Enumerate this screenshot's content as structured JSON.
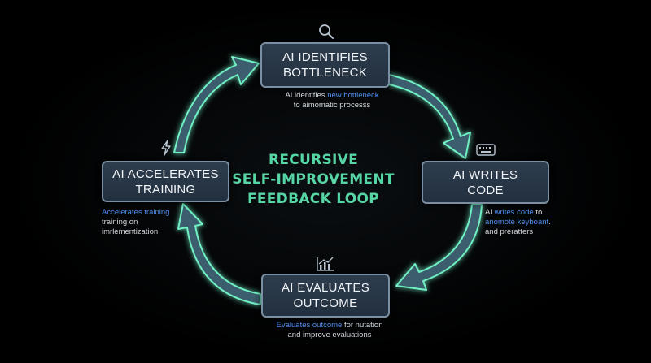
{
  "title": {
    "line1": "RECURSIVE",
    "line2": "SELF-IMPROVEMENT",
    "line3": "FEEDBACK LOOP",
    "color": "#56d6a4"
  },
  "nodes": {
    "top": {
      "line1": "AI IDENTIFIES",
      "line2": "BOTTLENECK",
      "icon": "magnifying-glass-icon",
      "desc": {
        "l1_pre": "AI identifies ",
        "l1_hl": "new bottleneck",
        "l1_post": "",
        "l2_pre": "to aimomatic processs",
        "l2_hl": "",
        "l2_post": ""
      }
    },
    "right": {
      "line1": "AI WRITES",
      "line2": "CODE",
      "icon": "keyboard-icon",
      "desc": {
        "l1_pre": "AI ",
        "l1_hl": "writes code",
        "l1_post": " to",
        "l2_pre": "",
        "l2_hl": "anomote keyboant",
        "l2_post": ".",
        "l3": "and preratters"
      }
    },
    "bottom": {
      "line1": "AI EVALUATES",
      "line2": "OUTCOME",
      "icon": "chart-icon",
      "desc": {
        "l1_pre": "",
        "l1_hl": "Evaluates outcome",
        "l1_post": " for nutation",
        "l2_pre": "and improve evaluations",
        "l2_hl": "",
        "l2_post": ""
      }
    },
    "left": {
      "line1": "AI ACCELERATES",
      "line2": "TRAINING",
      "icon": "lightning-bolt-icon",
      "desc": {
        "l1_pre": "",
        "l1_hl": "Accelerates training",
        "l1_post": "",
        "l2_pre": "training on",
        "l2_hl": "",
        "l2_post": "",
        "l3": "imrlementization"
      }
    }
  },
  "colors": {
    "background": "#000000",
    "arrow_fill": "#3a5d6e",
    "arrow_stroke": "#6ff0c3",
    "arrow_glow": "#2bd89a",
    "node_fill": "#2b3a4a",
    "node_border": "#7a8fa3",
    "node_text": "#f2f5f8",
    "desc_text": "#d3d8de",
    "desc_highlight": "#4f8ff0"
  }
}
